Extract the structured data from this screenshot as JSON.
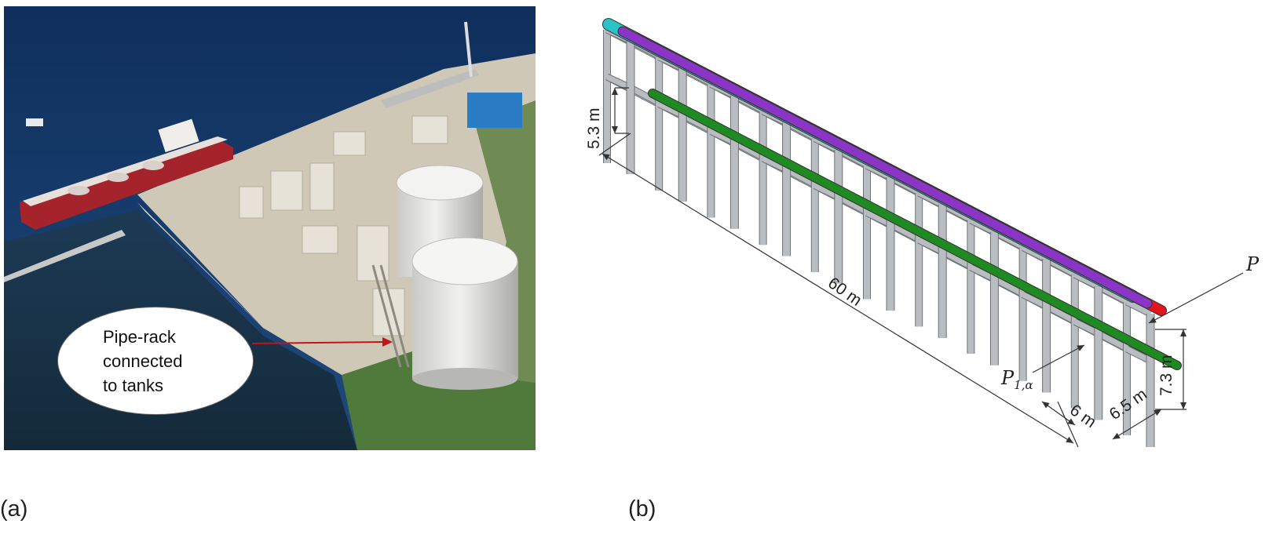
{
  "figure": {
    "panel_a": {
      "label": "(a)",
      "callout": "Pipe-rack\nconnected\nto tanks"
    },
    "panel_b": {
      "label": "(b)",
      "dimensions": {
        "length": "60 m",
        "span_height": "5.3 m",
        "height": "7.3 m",
        "bay_spacing": "6 m",
        "width": "6.5 m"
      },
      "point_labels": {
        "P": "P",
        "P1a_main": "P",
        "P1a_sub": "1,α"
      }
    }
  },
  "colors": {
    "sea": "#153a6b",
    "ship_hull": "#a5232b",
    "tank": "#e4e4e2",
    "steel": "#b9bcc0",
    "pipe_cyan": "#2cc3c7",
    "pipe_purple": "#8a35c6",
    "pipe_red": "#e0161a",
    "pipe_green": "#1f8a22",
    "arrow": "#c0151b"
  }
}
